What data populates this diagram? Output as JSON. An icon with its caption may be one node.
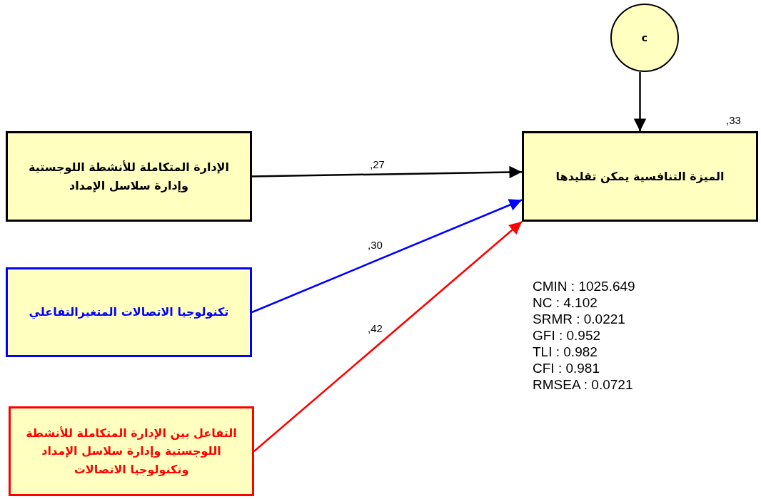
{
  "diagram": {
    "nodes": [
      {
        "text": [
          "c"
        ]
      },
      {
        "text": [
          "الميزة التنافسية يمكن تقليدها"
        ],
        "beside": [
          ",33"
        ]
      },
      {
        "text": [
          "الإدارة المتكاملة للأنشطة اللوجستية وإدارة سلاسل الإمداد"
        ]
      },
      {
        "text": [
          "تكنولوجيا الاتصالات المتغيرالتفاعلي"
        ]
      },
      {
        "text": [
          "التفاعل بين الإدارة المتكاملة للأنشطة اللوجستية وإدارة سلاسل الإمداد وتكنولوجيا الاتصالات"
        ]
      }
    ],
    "edges": [
      {
        "from": 0,
        "to": 1,
        "arrow": "to"
      },
      {
        "from": 2,
        "to": 1,
        "arrow": "to",
        "label": ",27"
      },
      {
        "from": 3,
        "to": 1,
        "arrow": "to",
        "label": ",30",
        "color": "#0000ff"
      },
      {
        "from": 4,
        "to": 1,
        "arrow": "to",
        "label": ",42",
        "color": "#ff0000"
      }
    ],
    "labels": [
      "CMIN : 1025.649",
      "NC : 4.102",
      "SRMR : 0.0221",
      "GFI : 0.952",
      "TLI : 0.982",
      "CFI : 0.981",
      "RMSEA : 0.0721"
    ]
  }
}
